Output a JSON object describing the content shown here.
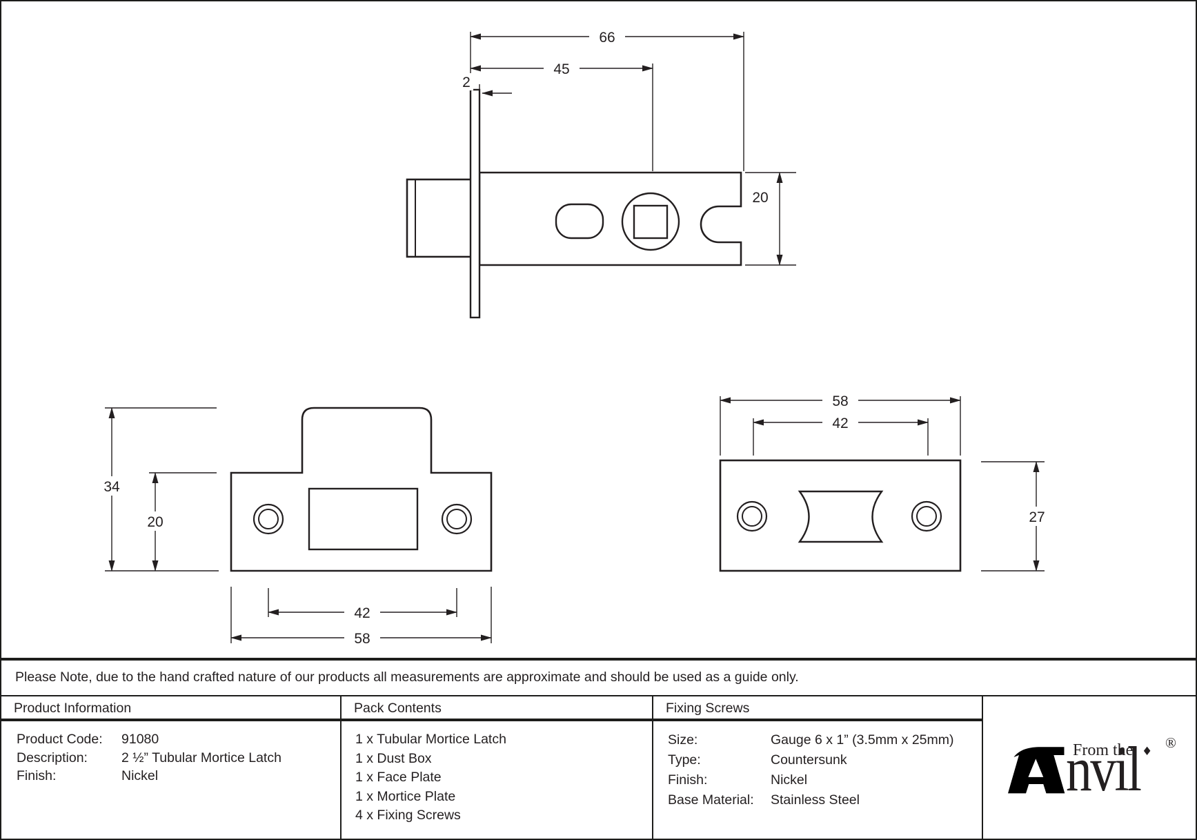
{
  "colors": {
    "line": "#231f20",
    "background": "#ffffff"
  },
  "drawings": {
    "latch_side_view": {
      "overall_length": "66",
      "backset": "45",
      "faceplate_thickness": "2",
      "case_height": "20"
    },
    "face_plate_view": {
      "overall_height": "34",
      "plate_height": "20",
      "screw_centres": "42",
      "plate_width": "58"
    },
    "mortice_plate_view": {
      "plate_width": "58",
      "screw_centres": "42",
      "plate_height": "27"
    }
  },
  "table": {
    "note": "Please Note, due to the hand crafted nature of our products all measurements are approximate and should be used as a guide only.",
    "product_info": {
      "header": "Product Information",
      "rows": [
        {
          "label": "Product Code:",
          "value": "91080"
        },
        {
          "label": "Description:",
          "value": "2 ½” Tubular Mortice Latch"
        },
        {
          "label": "Finish:",
          "value": "Nickel"
        }
      ]
    },
    "pack_contents": {
      "header": "Pack Contents",
      "items": [
        "1 x Tubular Mortice Latch",
        "1 x Dust Box",
        "1 x Face Plate",
        "1 x Mortice Plate",
        "4 x Fixing Screws"
      ]
    },
    "fixing_screws": {
      "header": "Fixing Screws",
      "rows": [
        {
          "label": "Size:",
          "value": "Gauge 6 x 1” (3.5mm x 25mm)"
        },
        {
          "label": "Type:",
          "value": "Countersunk"
        },
        {
          "label": "Finish:",
          "value": "Nickel"
        },
        {
          "label": "Base Material:",
          "value": "Stainless Steel"
        }
      ]
    },
    "logo": {
      "prefix": "From the",
      "name_rest": "nvil",
      "diamond": "♦",
      "registered": "®"
    }
  }
}
